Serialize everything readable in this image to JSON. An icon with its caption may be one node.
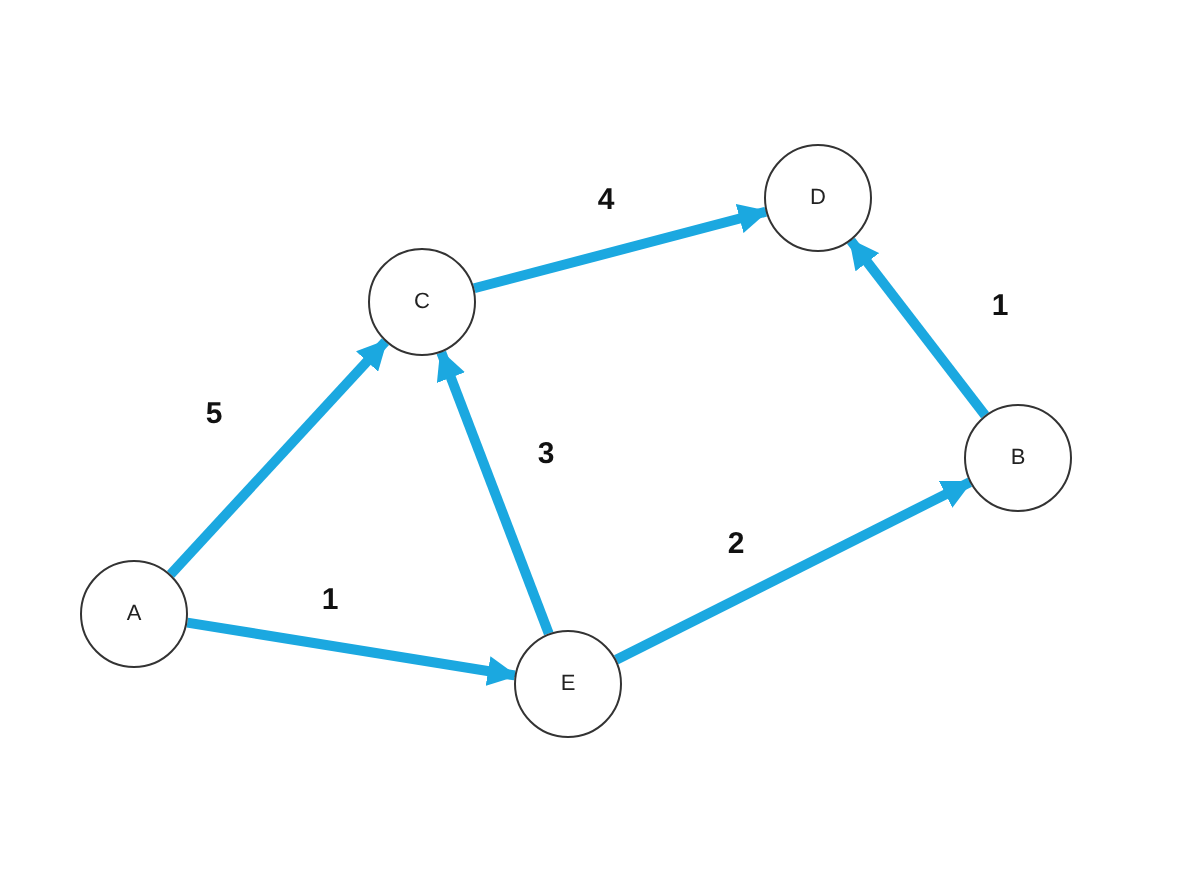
{
  "diagram": {
    "nodes": [
      {
        "text": [
          "A"
        ]
      },
      {
        "text": [
          "C"
        ]
      },
      {
        "text": [
          "D"
        ]
      },
      {
        "text": [
          "B"
        ]
      },
      {
        "text": [
          "E"
        ]
      }
    ],
    "edges": [
      {
        "from": 0,
        "to": 1,
        "arrow": "to",
        "label": "5"
      },
      {
        "from": 0,
        "to": 4,
        "arrow": "to",
        "label": "1"
      },
      {
        "from": 4,
        "to": 1,
        "arrow": "to",
        "label": "3"
      },
      {
        "from": 1,
        "to": 2,
        "arrow": "to",
        "label": "4"
      },
      {
        "from": 4,
        "to": 3,
        "arrow": "to",
        "label": "2"
      },
      {
        "from": 3,
        "to": 2,
        "arrow": "to",
        "label": "1"
      }
    ]
  }
}
